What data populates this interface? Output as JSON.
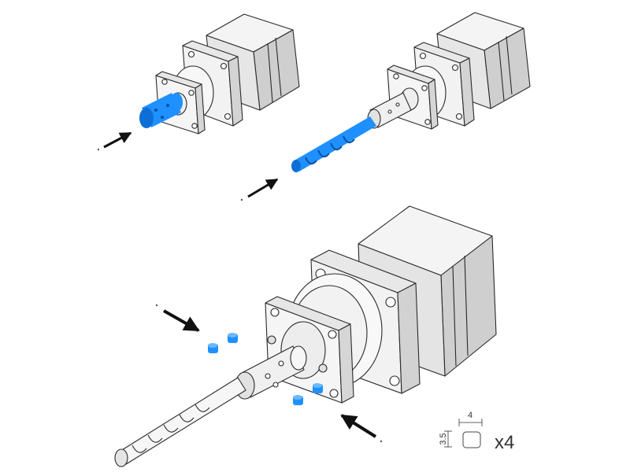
{
  "colors": {
    "part": "#1e90ff",
    "part_dark": "#0d6fd6",
    "line": "#2a2a2a",
    "motor_light": "#f3f3f3",
    "motor_mid": "#e4e4e4",
    "motor_dark": "#cfcfcf"
  },
  "steps": [
    {
      "part": "coupler"
    },
    {
      "part": "auger-screw"
    },
    {
      "part": "set-screws"
    }
  ],
  "spec": {
    "dim_height": "3.5",
    "dim_width": "4",
    "quantity": "x4"
  }
}
